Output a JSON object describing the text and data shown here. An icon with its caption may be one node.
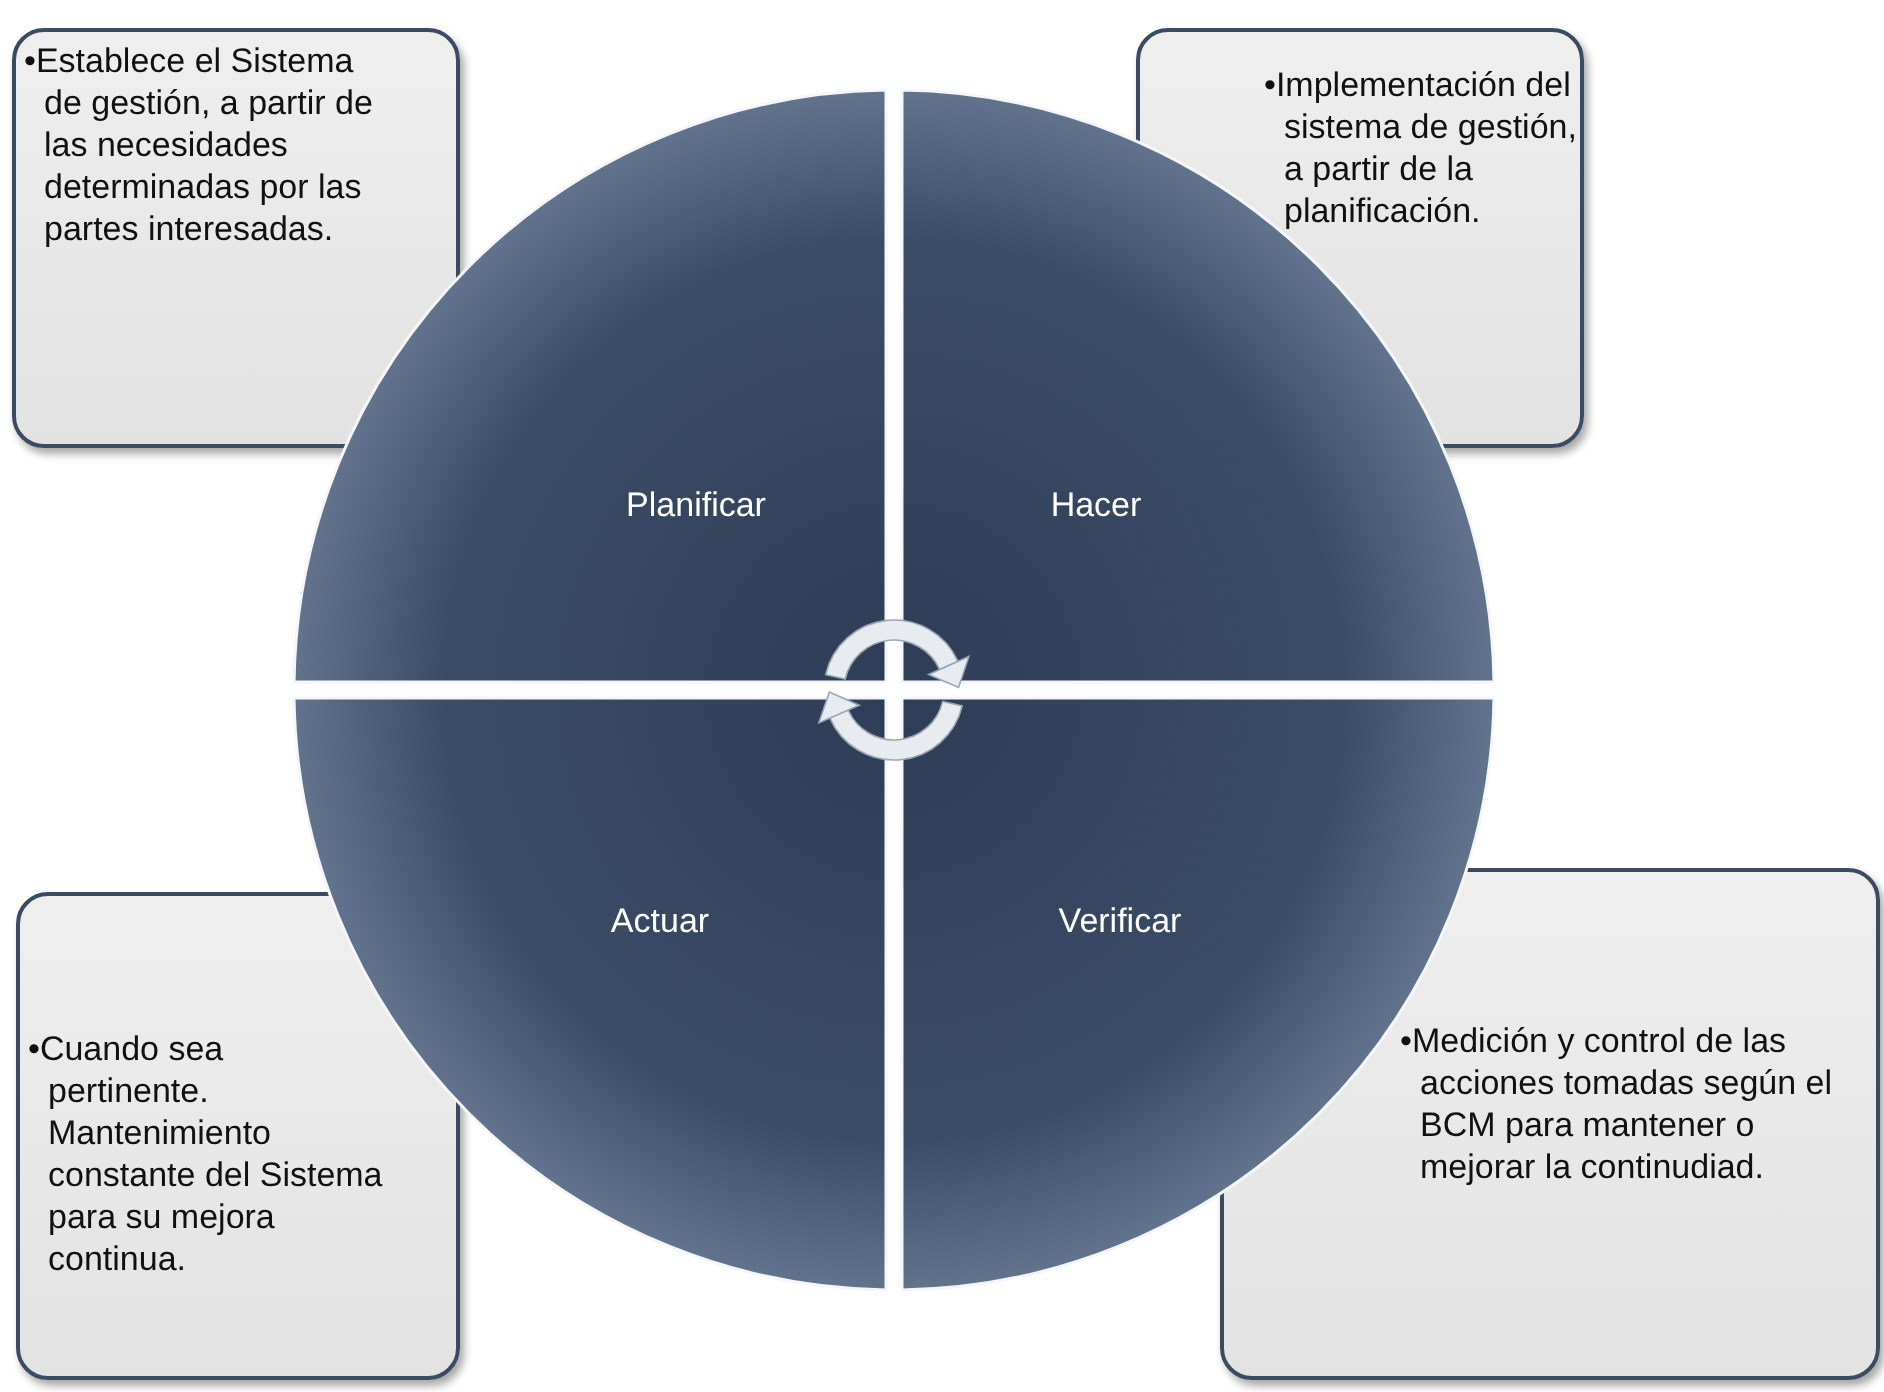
{
  "diagram": {
    "nodes": [
      {
        "text": [
          "•Establece el Sistema de gestión, a partir de las necesidades determinadas por las partes interesadas."
        ]
      },
      {
        "text": [
          "•Implementación del sistema de gestión, a partir de la planificación."
        ]
      },
      {
        "text": [
          "Planificar"
        ]
      },
      {
        "text": [
          "Hacer"
        ]
      },
      {
        "text": [
          "Actuar"
        ]
      },
      {
        "text": [
          "Verificar"
        ]
      },
      {
        "text": [
          "•Cuando sea pertinente. Mantenimiento constante del Sistema para su mejora continua."
        ]
      },
      {
        "text": [
          "•Medición y control de las acciones tomadas según el BCM para mantener o mejorar la continudiad."
        ]
      }
    ]
  }
}
